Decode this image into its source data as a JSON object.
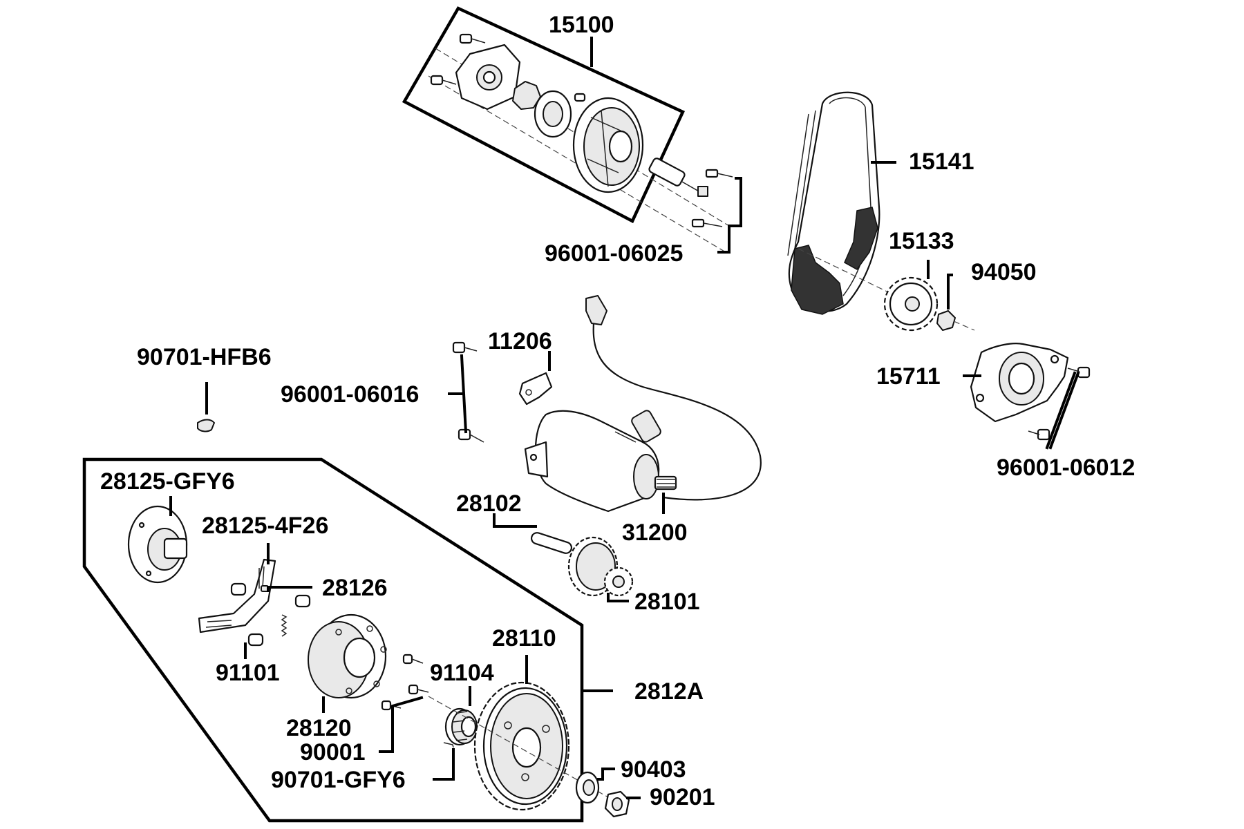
{
  "labels": {
    "p15100": "15100",
    "p15141": "15141",
    "p15133": "15133",
    "p94050": "94050",
    "p15711": "15711",
    "p96001_06012": "96001-06012",
    "p96001_06025": "96001-06025",
    "p11206": "11206",
    "p96001_06016": "96001-06016",
    "p90701_HFB6": "90701-HFB6",
    "p28125_GFY6": "28125-GFY6",
    "p28125_4F26": "28125-4F26",
    "p28126": "28126",
    "p91101": "91101",
    "p28120": "28120",
    "p90001": "90001",
    "p90701_GFY6": "90701-GFY6",
    "p91104": "91104",
    "p28110": "28110",
    "p2812A": "2812A",
    "p28102": "28102",
    "p31200": "31200",
    "p28101": "28101",
    "p90403": "90403",
    "p90201": "90201"
  }
}
